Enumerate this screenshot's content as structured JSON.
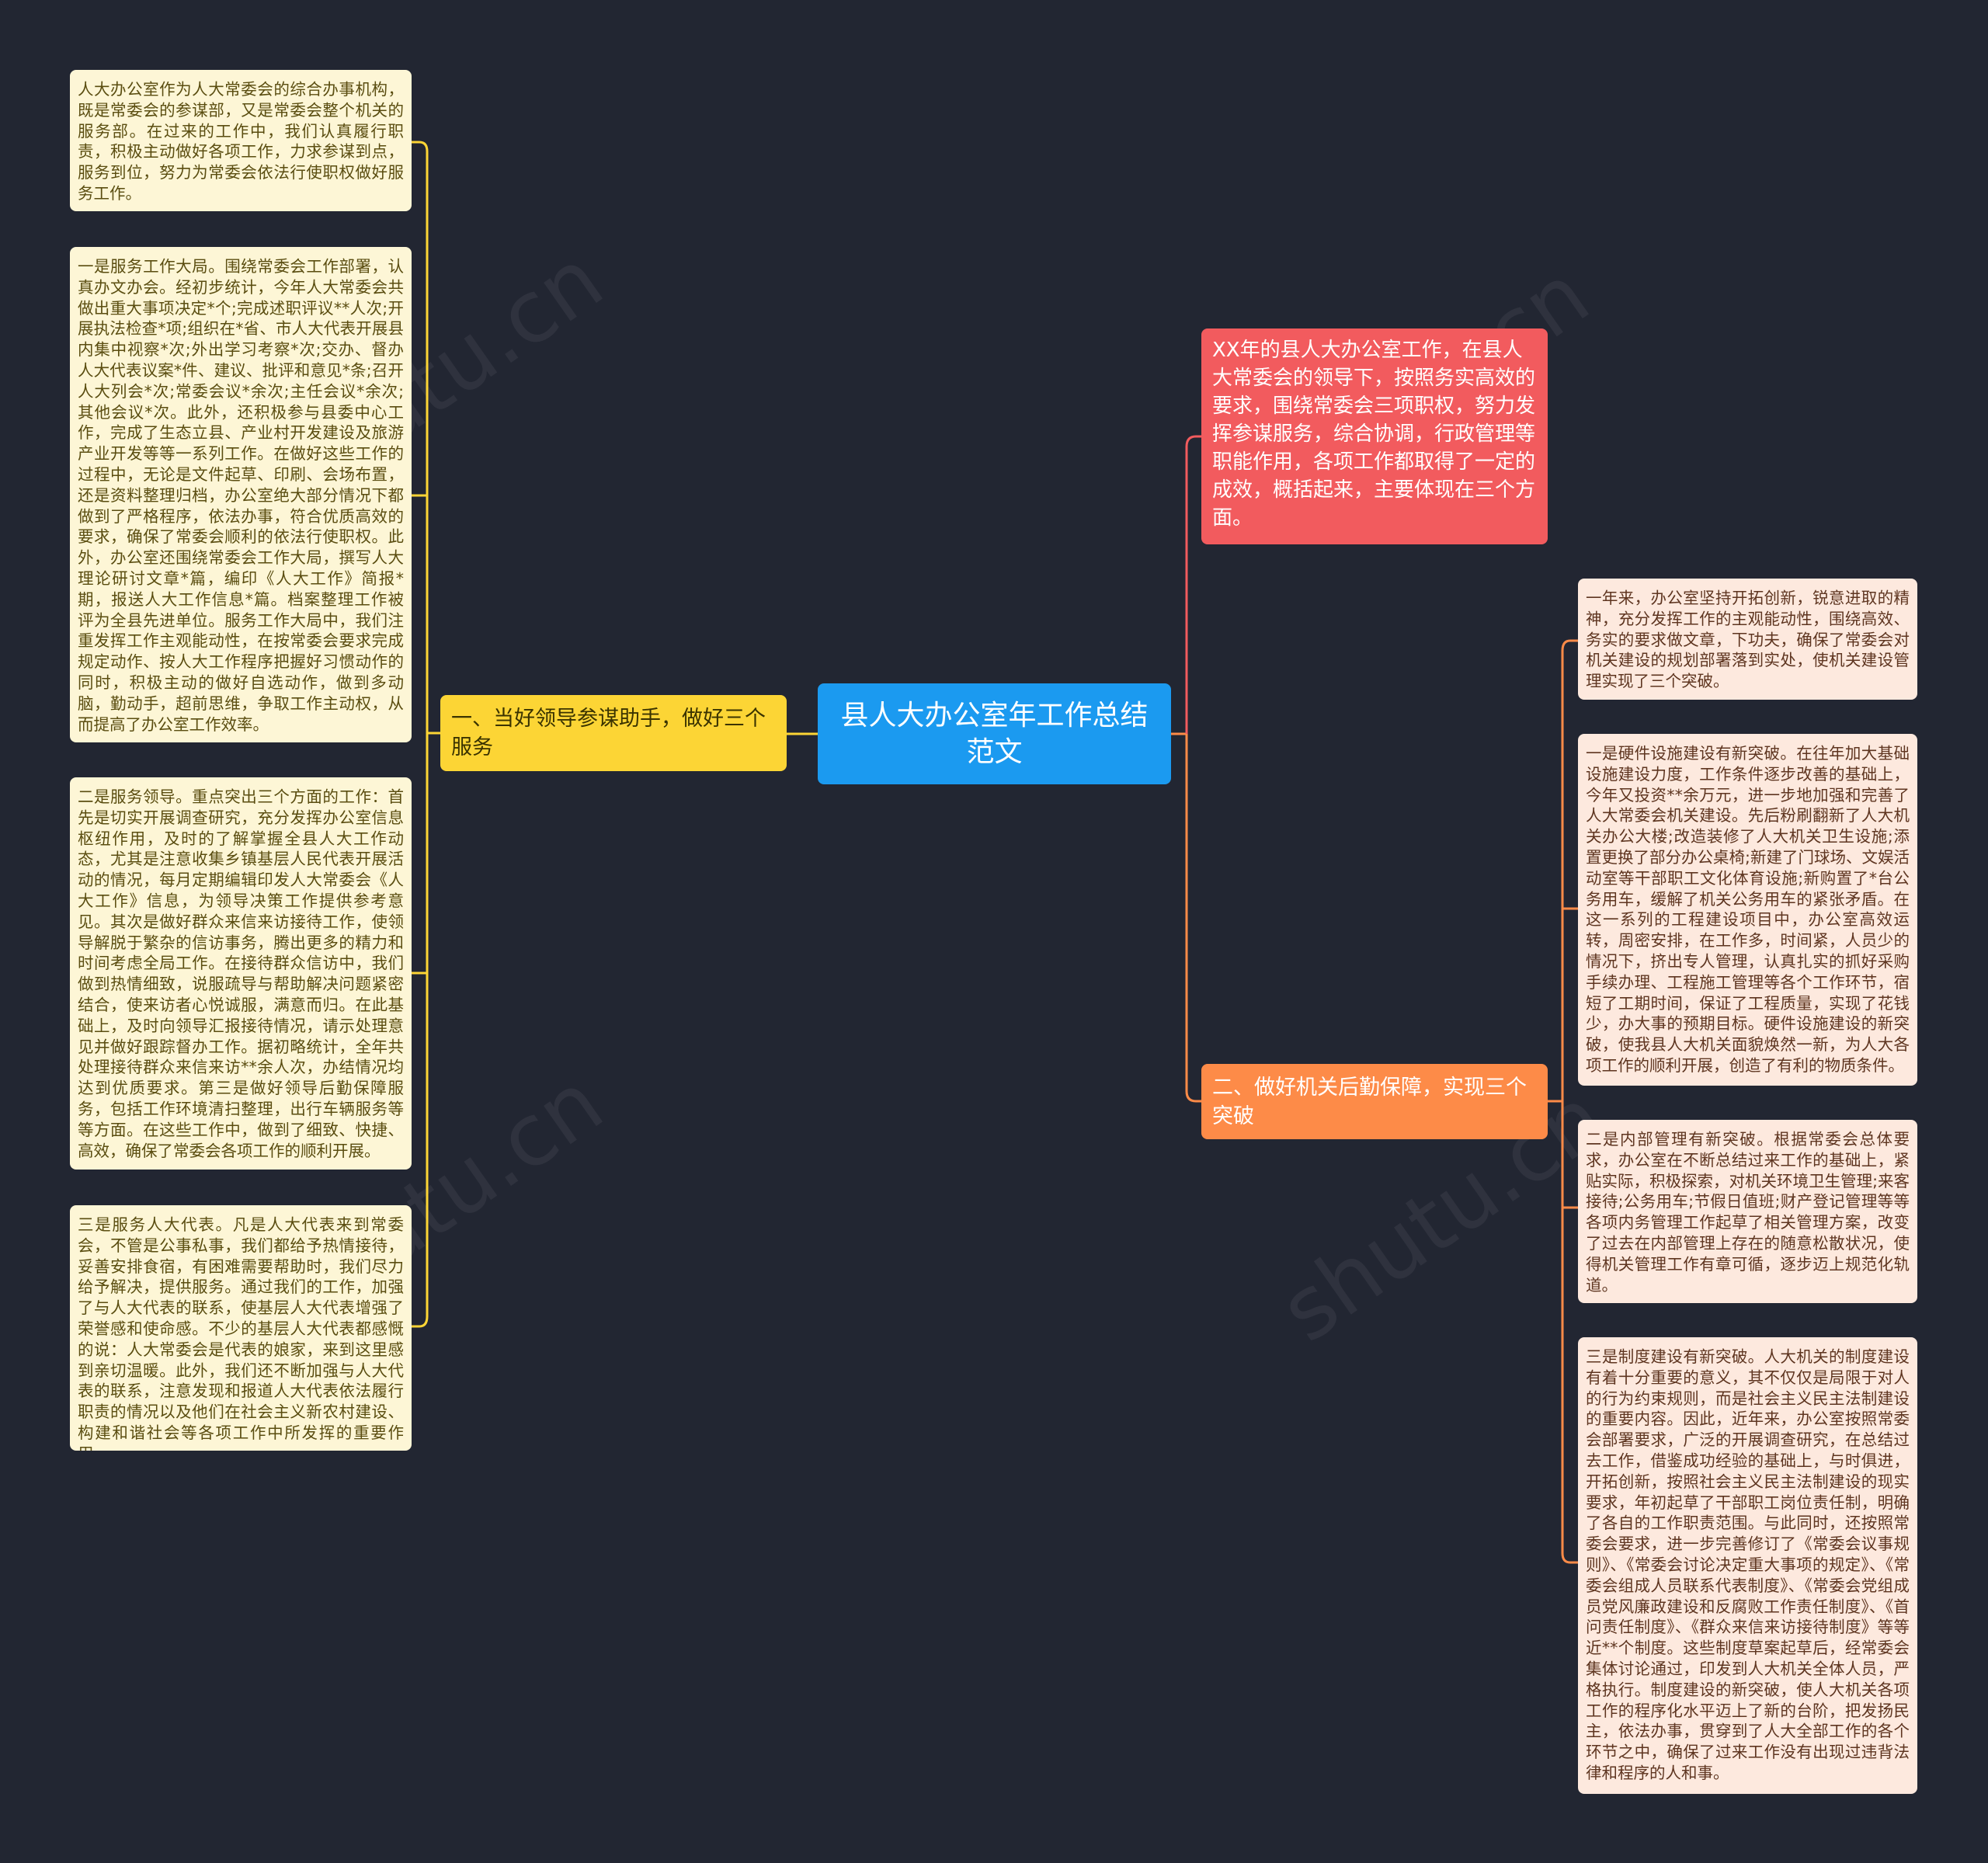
{
  "center": {
    "title": "县人大办公室年工作总结范文"
  },
  "branches": {
    "left": {
      "label": "一、当好领导参谋助手，做好三个服务",
      "color": "#fcd535",
      "leaves": [
        "人大办公室作为人大常委会的综合办事机构，既是常委会的参谋部，又是常委会整个机关的服务部。在过来的工作中，我们认真履行职责，积极主动做好各项工作，力求参谋到点，服务到位，努力为常委会依法行使职权做好服务工作。",
        "一是服务工作大局。围绕常委会工作部署，认真办文办会。经初步统计，今年人大常委会共做出重大事项决定*个;完成述职评议**人次;开展执法检查*项;组织在*省、市人大代表开展县内集中视察*次;外出学习考察*次;交办、督办人大代表议案*件、建议、批评和意见*条;召开人大列会*次;常委会议*余次;主任会议*余次;其他会议*次。此外，还积极参与县委中心工作，完成了生态立县、产业村开发建设及旅游产业开发等等一系列工作。在做好这些工作的过程中，无论是文件起草、印刷、会场布置，还是资料整理归档，办公室绝大部分情况下都做到了严格程序，依法办事，符合优质高效的要求，确保了常委会顺利的依法行使职权。此外，办公室还围绕常委会工作大局，撰写人大理论研讨文章*篇，编印《人大工作》简报*期，报送人大工作信息*篇。档案整理工作被评为全县先进单位。服务工作大局中，我们注重发挥工作主观能动性，在按常委会要求完成规定动作、按人大工作程序把握好习惯动作的同时，积极主动的做好自选动作，做到多动脑，勤动手，超前思维，争取工作主动权，从而提高了办公室工作效率。",
        "二是服务领导。重点突出三个方面的工作：首先是切实开展调查研究，充分发挥办公室信息枢纽作用，及时的了解掌握全县人大工作动态，尤其是注意收集乡镇基层人民代表开展活动的情况，每月定期编辑印发人大常委会《人大工作》信息，为领导决策工作提供参考意见。其次是做好群众来信来访接待工作，使领导解脱于繁杂的信访事务，腾出更多的精力和时间考虑全局工作。在接待群众信访中，我们做到热情细致，说服疏导与帮助解决问题紧密结合，使来访者心悦诚服，满意而归。在此基础上，及时向领导汇报接待情况，请示处理意见并做好跟踪督办工作。据初略统计，全年共处理接待群众来信来访**余人次，办结情况均达到优质要求。第三是做好领导后勤保障服务，包括工作环境清扫整理，出行车辆服务等等方面。在这些工作中，做到了细致、快捷、高效，确保了常委会各项工作的顺利开展。",
        "三是服务人大代表。凡是人大代表来到常委会，不管是公事私事，我们都给予热情接待，妥善安排食宿，有困难需要帮助时，我们尽力给予解决，提供服务。通过我们的工作，加强了与人大代表的联系，使基层人大代表增强了荣誉感和使命感。不少的基层人大代表都感慨的说：人大常委会是代表的娘家，来到这里感到亲切温暖。此外，我们还不断加强与人大代表的联系，注意发现和报道人大代表依法履行职责的情况以及他们在社会主义新农村建设、构建和谐社会等各项工作中所发挥的重要作用。"
      ]
    },
    "intro": {
      "label": "XX年的县人大办公室工作，在县人大常委会的领导下，按照务实高效的要求，围绕常委会三项职权，努力发挥参谋服务，综合协调，行政管理等职能作用，各项工作都取得了一定的成效，概括起来，主要体现在三个方面。",
      "color": "#f25b5e"
    },
    "right": {
      "label": "二、做好机关后勤保障，实现三个突破",
      "color": "#fd8b48",
      "leaves": [
        "一年来，办公室坚持开拓创新，锐意进取的精神，充分发挥工作的主观能动性，围绕高效、务实的要求做文章，下功夫，确保了常委会对机关建设的规划部署落到实处，使机关建设管理实现了三个突破。",
        "一是硬件设施建设有新突破。在往年加大基础设施建设力度，工作条件逐步改善的基础上，今年又投资**余万元，进一步地加强和完善了人大常委会机关建设。先后粉刷翻新了人大机关办公大楼;改造装修了人大机关卫生设施;添置更换了部分办公桌椅;新建了门球场、文娱活动室等干部职工文化体育设施;新购置了*台公务用车，缓解了机关公务用车的紧张矛盾。在这一系列的工程建设项目中，办公室高效运转，周密安排，在工作多，时间紧，人员少的情况下，挤出专人管理，认真扎实的抓好采购手续办理、工程施工管理等各个工作环节，宿短了工期时间，保证了工程质量，实现了花钱少，办大事的预期目标。硬件设施建设的新突破，使我县人大机关面貌焕然一新，为人大各项工作的顺利开展，创造了有利的物质条件。",
        "二是内部管理有新突破。根据常委会总体要求，办公室在不断总结过来工作的基础上，紧贴实际，积极探索，对机关环境卫生管理;来客接待;公务用车;节假日值班;财产登记管理等等各项内务管理工作起草了相关管理方案，改变了过去在内部管理上存在的随意松散状况，使得机关管理工作有章可循，逐步迈上规范化轨道。",
        "三是制度建设有新突破。人大机关的制度建设有着十分重要的意义，其不仅仅是局限于对人的行为约束规则，而是社会主义民主法制建设的重要内容。因此，近年来，办公室按照常委会部署要求，广泛的开展调查研究，在总结过去工作，借鉴成功经验的基础上，与时俱进，开拓创新，按照社会主义民主法制建设的现实要求，年初起草了干部职工岗位责任制，明确了各自的工作职责范围。与此同时，还按照常委会要求，进一步完善修订了《常委会议事规则》、《常委会讨论决定重大事项的规定》、《常委会组成人员联系代表制度》、《常委会党组成员党风廉政建设和反腐败工作责任制度》、《首问责任制度》、《群众来信来访接待制度》等等近**个制度。这些制度草案起草后，经常委会集体讨论通过，印发到人大机关全体人员，严格执行。制度建设的新突破，使人大机关各项工作的程序化水平迈上了新的台阶，把发扬民主，依法办事，贯穿到了人大全部工作的各个环节之中，确保了过来工作没有出现过违背法律和程序的人和事。"
      ]
    }
  },
  "colors": {
    "background": "#222632",
    "center": "#1b9af0",
    "left_line": "#fcd535",
    "right_line": "#fd8b48",
    "intro_line": "#f25b5e"
  }
}
